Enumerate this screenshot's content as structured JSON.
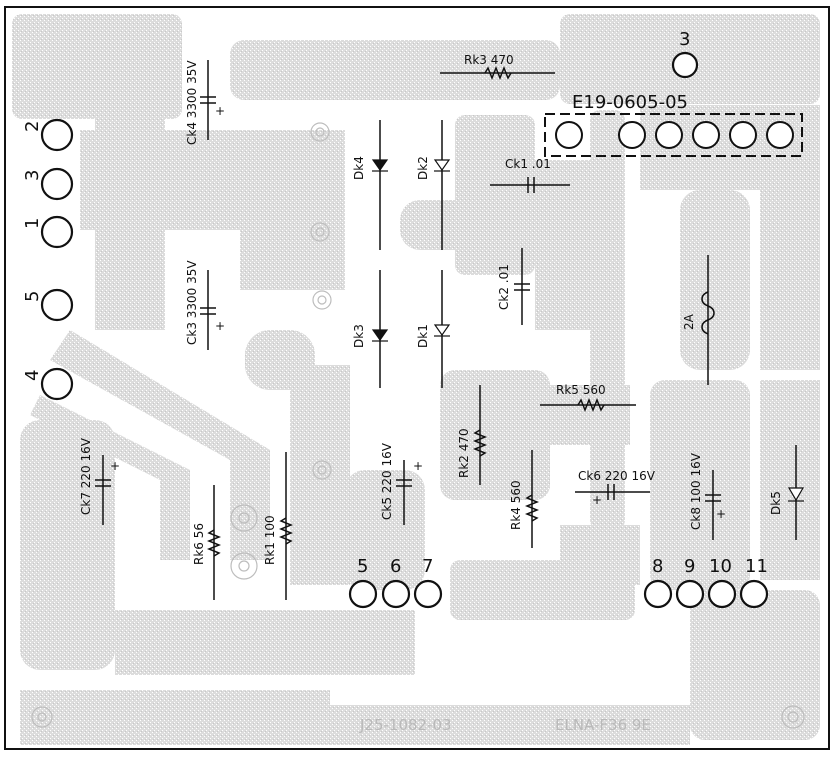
{
  "board": {
    "part_number": "E19-0605-05",
    "footer_left": "J25-1082-03",
    "footer_right": "ELNA-F36 9E"
  },
  "pads": {
    "top_right": "3",
    "left": [
      "2",
      "3",
      "1",
      "5",
      "4"
    ],
    "bottom_a": [
      "5",
      "6",
      "7"
    ],
    "bottom_b": [
      "8",
      "9",
      "10",
      "11"
    ]
  },
  "components": {
    "ck4": "Ck4 3300 35V",
    "ck3": "Ck3 3300 35V",
    "ck1": "Ck1 .01",
    "ck2": "Ck2 .01",
    "ck5": "Ck5 220 16V",
    "ck6": "Ck6 220 16V",
    "ck7": "Ck7 220 16V",
    "ck8": "Ck8 100 16V",
    "rk1": "Rk1 100",
    "rk2": "Rk2 470",
    "rk3": "Rk3 470",
    "rk4": "Rk4 560",
    "rk5": "Rk5 560",
    "rk6": "Rk6 56",
    "dk1": "Dk1",
    "dk2": "Dk2",
    "dk3": "Dk3",
    "dk4": "Dk4",
    "dk5": "Dk5",
    "fuse": "2A",
    "plus": "+"
  }
}
